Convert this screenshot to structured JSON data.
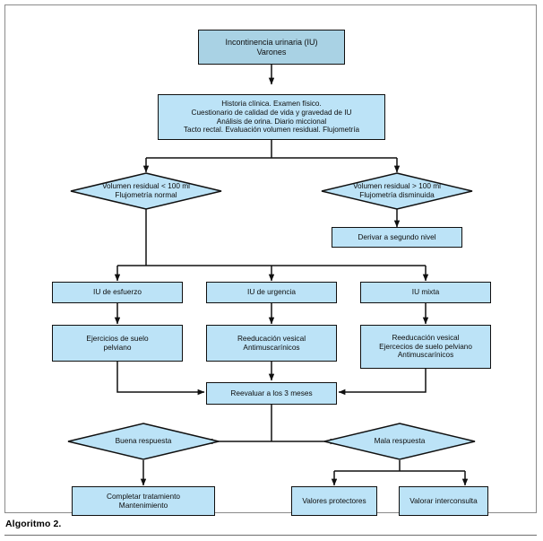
{
  "figure": {
    "caption": "Algoritmo 2.",
    "colors": {
      "node_fill": "#bce3f7",
      "title_fill": "#a9d2e4",
      "stroke": "#101010",
      "frame": "#8a8a8a",
      "background": "#ffffff"
    }
  },
  "nodes": {
    "title": {
      "line1": "Incontinencia urinaria (IU)",
      "line2": "Varones"
    },
    "assessment": {
      "line1": "Historia clínica. Examen físico.",
      "line2": "Cuestionario de calidad de vida y gravedad de IU",
      "line3": "Análisis de orina. Diario miccional",
      "line4": "Tacto rectal. Evaluación volumen residual. Flujometría"
    },
    "decision_low": {
      "line1": "Volumen residual < 100 ml",
      "line2": "Flujometría normal"
    },
    "decision_high": {
      "line1": "Volumen residual > 100 ml",
      "line2": "Flujometría disminuida"
    },
    "referral": {
      "line1": "Derivar a segundo nivel"
    },
    "type_stress": {
      "line1": "IU de esfuerzo"
    },
    "type_urge": {
      "line1": "IU de urgencia"
    },
    "type_mixed": {
      "line1": "IU mixta"
    },
    "treat_stress": {
      "line1": "Ejercicios de suelo",
      "line2": "pelviano"
    },
    "treat_urge": {
      "line1": "Reeducación vesical",
      "line2": "Antimuscarínicos"
    },
    "treat_mixed": {
      "line1": "Reeducación vesical",
      "line2": "Ejercecios de suelo pelviano",
      "line3": "Antimuscarínicos"
    },
    "reassess": {
      "line1": "Reevaluar a los 3 meses"
    },
    "good_response": {
      "line1": "Buena respuesta"
    },
    "bad_response": {
      "line1": "Mala respuesta"
    },
    "complete_treatment": {
      "line1": "Completar tratamiento",
      "line2": "Mantenimiento"
    },
    "protective_values": {
      "line1": "Valores protectores"
    },
    "consult": {
      "line1": "Valorar interconsulta"
    }
  }
}
